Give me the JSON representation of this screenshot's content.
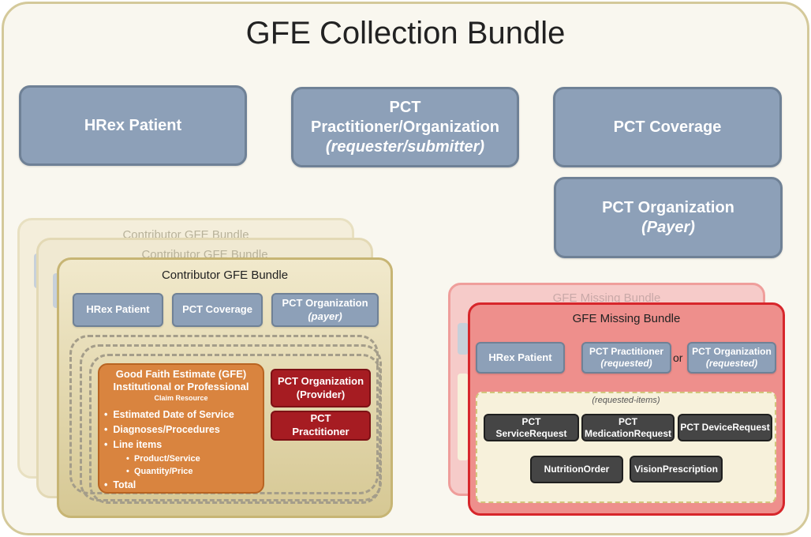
{
  "title": "GFE Collection Bundle",
  "top_boxes": {
    "hrex_patient": "HRex Patient",
    "pct_practitioner_org": {
      "line1": "PCT",
      "line2": "Practitioner/Organization",
      "line3": "(requester/submitter)"
    },
    "pct_coverage": "PCT Coverage",
    "pct_organization_payer": {
      "line1": "PCT Organization",
      "line2": "(Payer)"
    }
  },
  "contributor": {
    "title_back": "Contributor GFE Bundle",
    "title_mid": "Contributor GFE Bundle",
    "title": "Contributor GFE Bundle",
    "hrex_patient": "HRex Patient",
    "pct_coverage": "PCT Coverage",
    "pct_org": {
      "line1": "PCT Organization",
      "line2": "(payer)"
    },
    "gfe": {
      "line1": "Good Faith Estimate (GFE)",
      "line2": "Institutional  or Professional",
      "line3": "Claim Resource",
      "bullets": [
        "Estimated Date of Service",
        "Diagnoses/Procedures",
        "Line items"
      ],
      "sub_bullets": [
        "Product/Service",
        "Quantity/Price"
      ],
      "last_bullet": "Total"
    },
    "pct_org_provider": {
      "line1": "PCT Organization",
      "line2": "(Provider)"
    },
    "pct_practitioner": {
      "line1": "PCT",
      "line2": "Practitioner"
    }
  },
  "missing": {
    "title_back": "GFE Missing Bundle",
    "title": "GFE Missing Bundle",
    "hrex_patient": "HRex Patient",
    "pct_practitioner": {
      "line1": "PCT Practitioner",
      "line2": "(requested)"
    },
    "or": "or",
    "pct_org": {
      "line1": "PCT Organization",
      "line2": "(requested)"
    },
    "requested_items_label": "(requested-items)",
    "items": {
      "service_request": {
        "line1": "PCT",
        "line2": "ServiceRequest"
      },
      "medication_request": {
        "line1": "PCT",
        "line2": "MedicationRequest"
      },
      "device_request": "PCT DeviceRequest",
      "nutrition_order": "NutritionOrder",
      "vision_prescription": "VisionPrescription"
    }
  }
}
